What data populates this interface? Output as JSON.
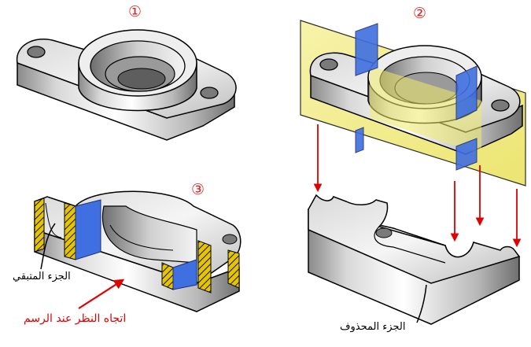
{
  "steps": {
    "one": "①",
    "two": "②",
    "three": "③"
  },
  "labels": {
    "remaining_part": "الجزء المتبقي",
    "removed_part": "الجزء المحذوف",
    "view_direction": "اتجاه النظر عند الرسم"
  },
  "colors": {
    "accent": "#e00000",
    "cutting_plane": "#f3ee8a",
    "section_face": "#3f6fe0",
    "hatch": "#e6c400",
    "metal_light": "#f7f7f7",
    "metal_dark": "#7a7a7a",
    "outline": "#000000"
  },
  "icons": {
    "view_arrow": "arrow-icon",
    "projection_arrows": "arrow-icon"
  }
}
